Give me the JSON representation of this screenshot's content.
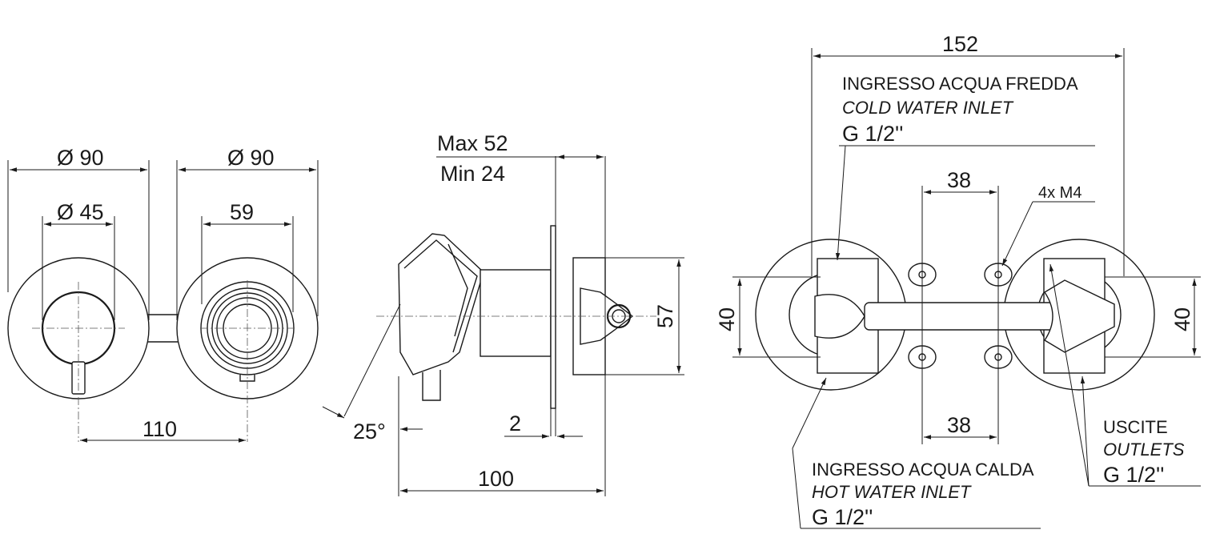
{
  "dimensions": {
    "front_left_diameter": "Ø 90",
    "front_right_diameter": "Ø 90",
    "knob_diameter": "Ø 45",
    "ring_width": "59",
    "centres": "110",
    "max_depth": "Max 52",
    "min_depth": "Min 24",
    "body_height": "57",
    "angle": "25°",
    "plate": "2",
    "total_depth": "100",
    "overall_width": "152",
    "top_spacing": "38",
    "bottom_spacing": "38",
    "left_height": "40",
    "right_height": "40",
    "screws": "4x M4"
  },
  "labels": {
    "cold_it": "INGRESSO ACQUA FREDDA",
    "cold_en": "COLD WATER INLET",
    "cold_thread": "G 1/2''",
    "hot_it": "INGRESSO ACQUA CALDA",
    "hot_en": "HOT WATER INLET",
    "hot_thread": "G 1/2''",
    "out_it": "USCITE",
    "out_en": "OUTLETS",
    "out_thread": "G 1/2''"
  }
}
